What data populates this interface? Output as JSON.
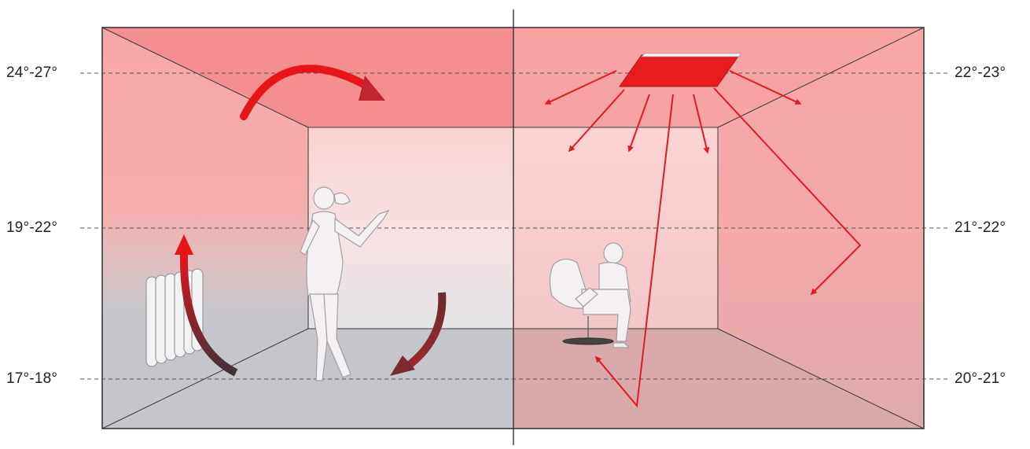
{
  "left_side": {
    "temps": [
      "24°-27°",
      "19°-22°",
      "17°-18°"
    ],
    "colors": {
      "warm": "#f58f8f",
      "mid": "#f7a8a8",
      "cold": "#c4c6cb",
      "arrow": "#e8141b",
      "arrow_dark": "#5a3238"
    },
    "icons": [
      "radiator-icon",
      "standing-woman-icon",
      "circular-airflow-arrow-icon"
    ]
  },
  "right_side": {
    "temps": [
      "22°-23°",
      "21°-22°",
      "20°-21°"
    ],
    "colors": {
      "ceiling": "#f7a3a3",
      "walls": "#f5a7a7",
      "floor": "#d8a8ab",
      "panel": "#e81c20",
      "rays": "#e01b22"
    },
    "icons": [
      "ceiling-radiant-panel-icon",
      "seated-man-icon",
      "radiant-heat-ray-icon"
    ]
  }
}
